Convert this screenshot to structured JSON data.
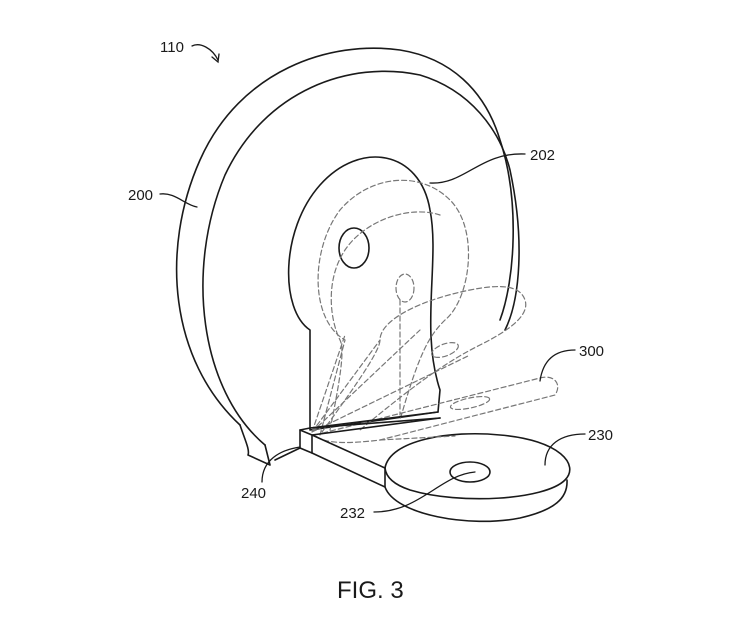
{
  "figure": {
    "caption": "FIG. 3",
    "reference_numerals": {
      "assembly": "110",
      "disc": "200",
      "mount_face": "202",
      "rotating_arm": "300",
      "base_foot": "230",
      "foot_hole": "232",
      "hinge_block": "240"
    }
  },
  "colors": {
    "line": "#1a1a1a",
    "hidden_line": "#777777",
    "background": "#ffffff"
  }
}
